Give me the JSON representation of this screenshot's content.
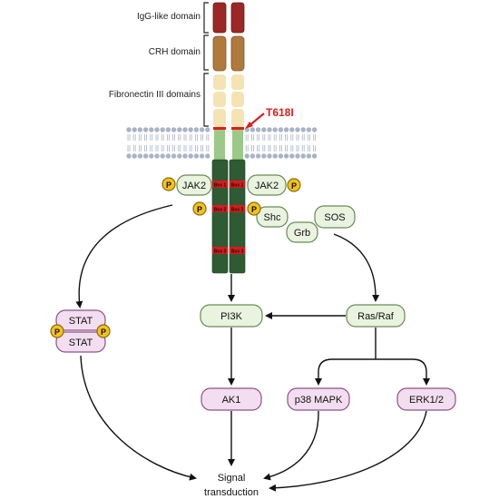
{
  "domain_labels": {
    "igg": "IgG-like domain",
    "crh": "CRH domain",
    "fn3": "Fibronectin III domains"
  },
  "mutation": "T618I",
  "box_labels": [
    "Box 1",
    "Box 2",
    "Box 3"
  ],
  "phospho": "P",
  "nodes": {
    "jak2_left": "JAK2",
    "jak2_right": "JAK2",
    "shc": "Shc",
    "grb": "Grb",
    "sos": "SOS",
    "stat_top": "STAT",
    "stat_bottom": "STAT",
    "pi3k": "PI3K",
    "ras_raf": "Ras/Raf",
    "ak1": "AK1",
    "p38": "p38 MAPK",
    "erk": "ERK1/2"
  },
  "signal": [
    "Signal",
    "transduction"
  ],
  "colors": {
    "igg": "#9b2727",
    "crh": "#b07a3c",
    "fn3": "#f6e3b3",
    "tm": "#9cc987",
    "intra": "#2e5a34",
    "box": "#d81b1b",
    "mutation": "#e21b1b",
    "membrane": "#a9b3c7",
    "green_node_fill": "#e9f3df",
    "green_node_stroke": "#6a8a55",
    "pink_node_fill": "#f3ddf0",
    "pink_node_stroke": "#8a5486",
    "p_fill": "#f5c21b",
    "p_stroke": "#8a6a10"
  }
}
